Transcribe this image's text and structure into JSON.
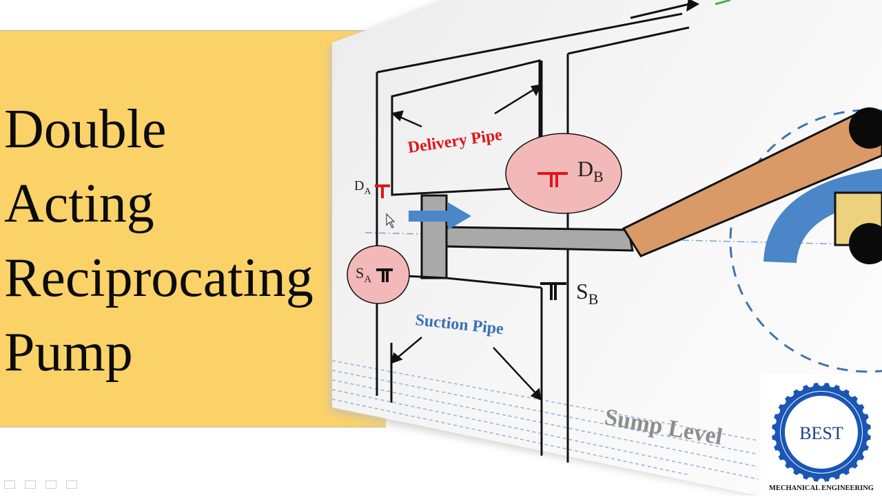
{
  "title": {
    "line1": "Double",
    "line2": "Acting",
    "line3": "Reciprocating",
    "line4": "Pump"
  },
  "diagram": {
    "delivery_pipe_label": "Delivery Pipe",
    "suction_pipe_label": "Suction Pipe",
    "sump_level_label": "Sump Level",
    "valve_da": {
      "main": "D",
      "sub": "A"
    },
    "valve_db": {
      "main": "D",
      "sub": "B"
    },
    "valve_sa": {
      "main": "S",
      "sub": "A"
    },
    "valve_sb": {
      "main": "S",
      "sub": "B"
    }
  },
  "logo": {
    "name": "BEST",
    "tagline": "MECHANICAL ENGINEERING"
  },
  "colors": {
    "panel": "#fad268",
    "valve_circle": "#f3b8b8",
    "delivery_text": "#e0141d",
    "suction_text": "#3d6fb8",
    "piston_arrow": "#4a86c8",
    "crank_rod": "#d99a68",
    "logo_blue": "#1a56b4"
  }
}
